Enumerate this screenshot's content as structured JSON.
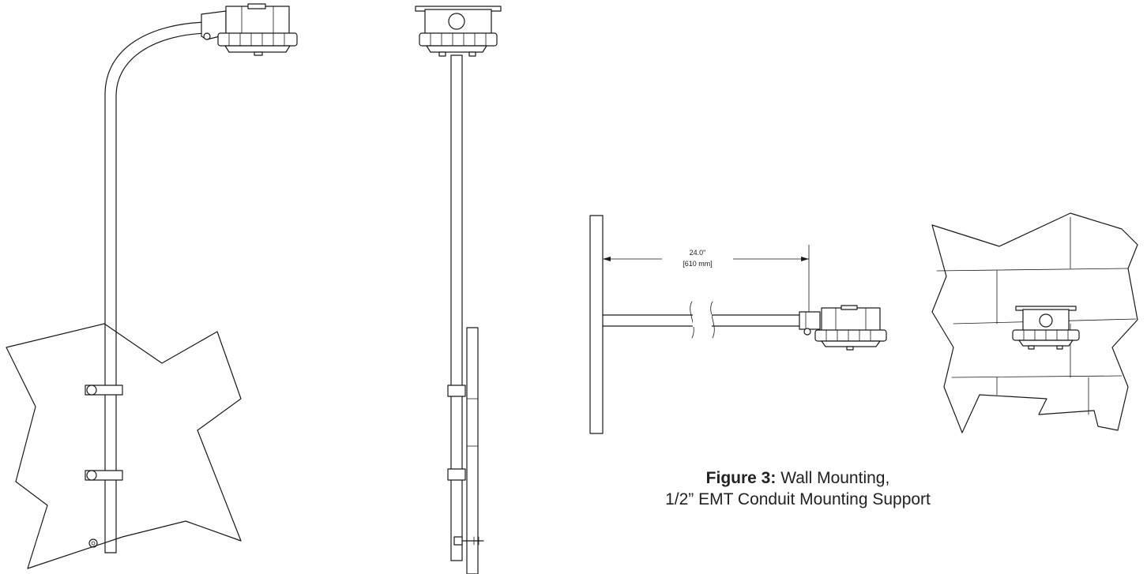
{
  "caption": {
    "figure_label": "Figure 3:",
    "title": " Wall Mounting,",
    "subtitle": "1/2” EMT Conduit Mounting Support"
  },
  "dimension": {
    "imperial": "24.0\"",
    "metric": "[610 mm]"
  }
}
